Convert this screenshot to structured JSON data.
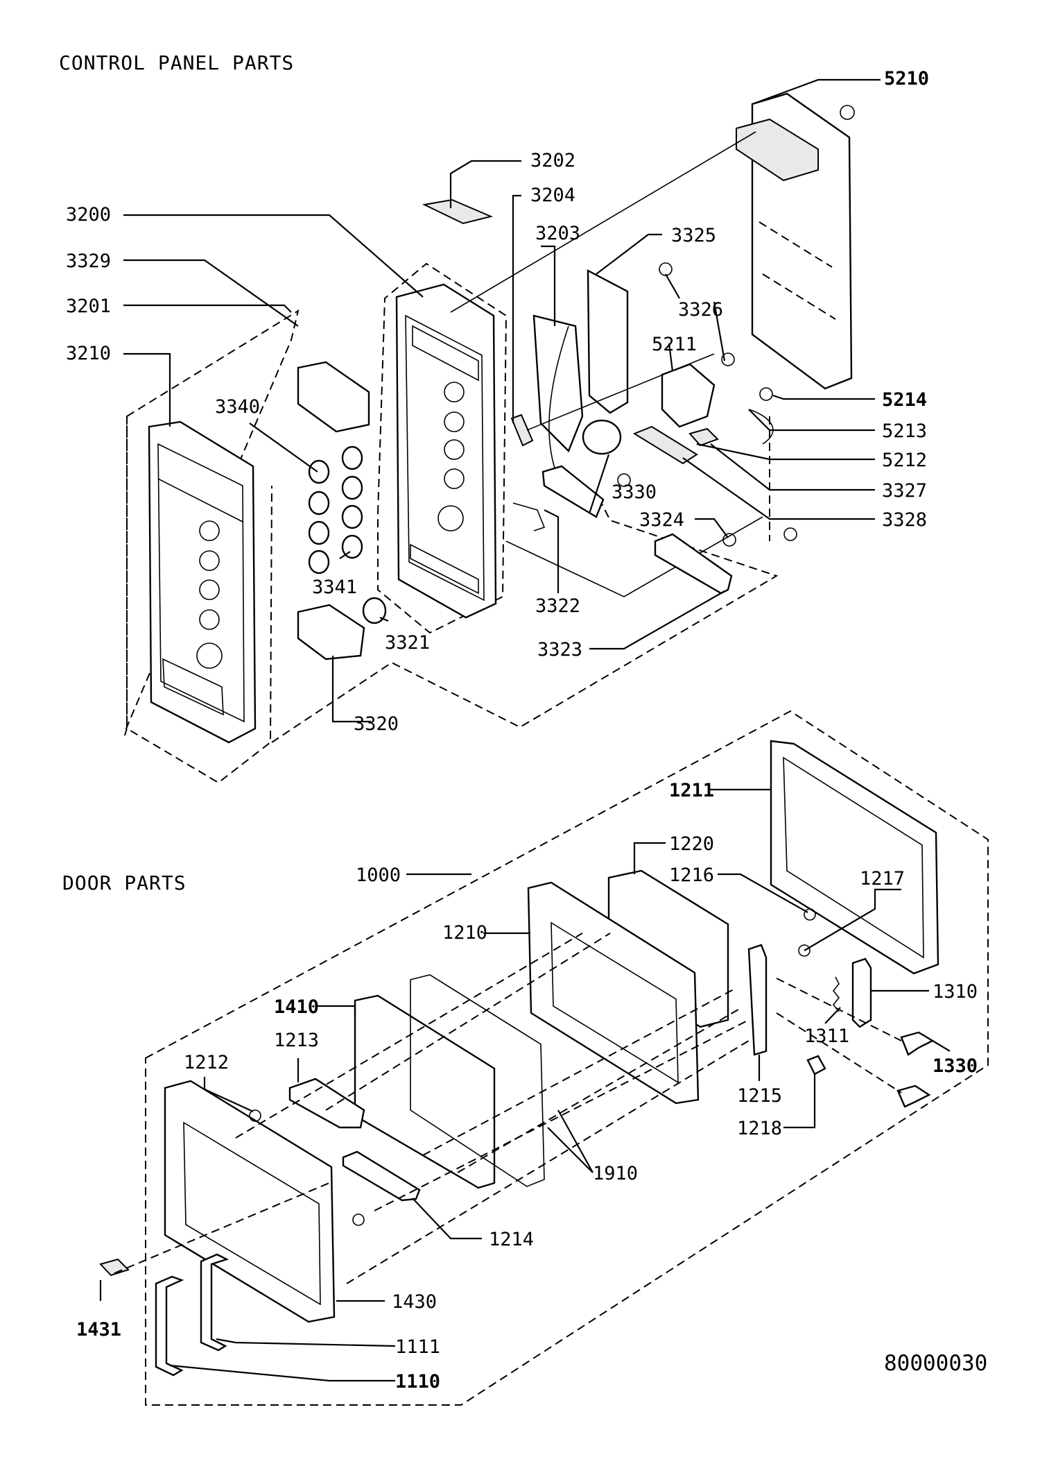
{
  "sections": {
    "control_panel": "CONTROL PANEL PARTS",
    "door": "DOOR PARTS"
  },
  "drawing_number": "80000030",
  "control_panel_parts": [
    "5210",
    "3202",
    "3204",
    "3200",
    "3203",
    "3325",
    "3329",
    "3201",
    "3326",
    "3210",
    "5211",
    "3340",
    "5214",
    "5213",
    "5212",
    "3327",
    "3330",
    "3328",
    "3324",
    "3341",
    "3322",
    "3321",
    "3323",
    "3320"
  ],
  "door_parts": [
    "1211",
    "1220",
    "1000",
    "1216",
    "1217",
    "1210",
    "1310",
    "1410",
    "1213",
    "1311",
    "1212",
    "1330",
    "1215",
    "1218",
    "1910",
    "1214",
    "1430",
    "1431",
    "1111",
    "1110"
  ]
}
